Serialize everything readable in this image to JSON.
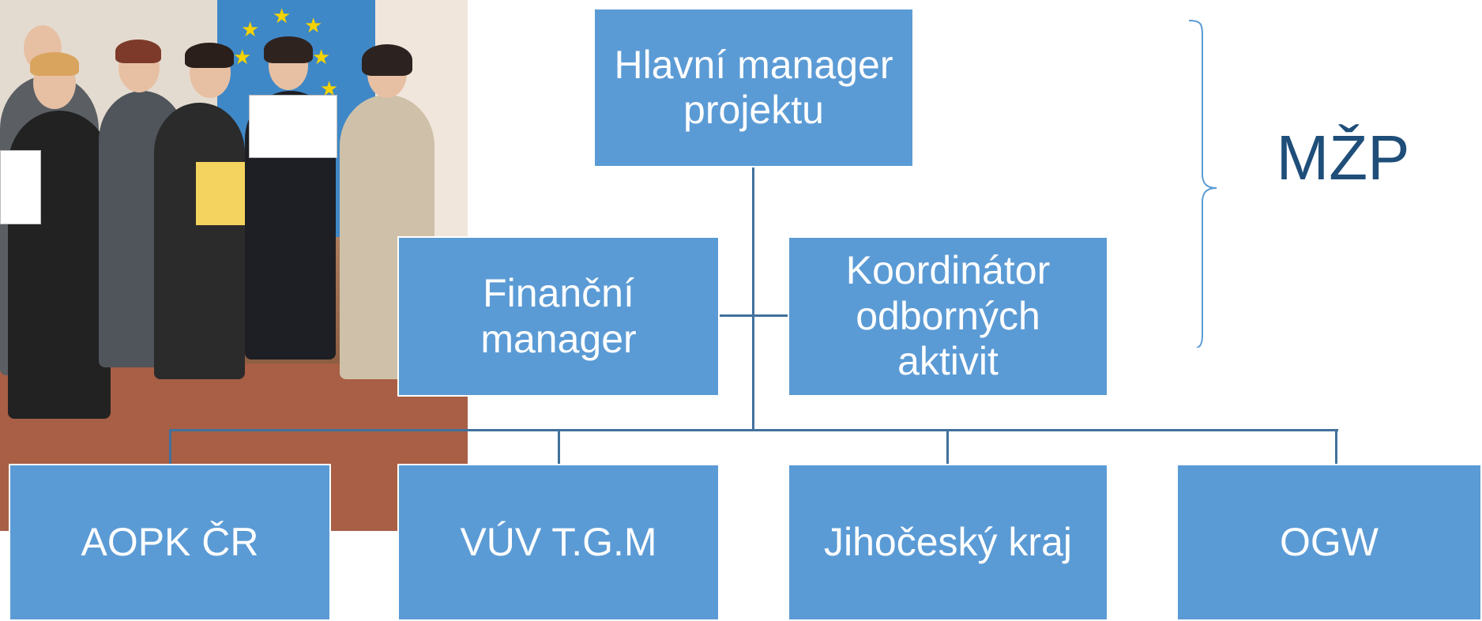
{
  "diagram": {
    "root": "Hlavní manager\nprojektu",
    "left_mid": "Finanční\nmanager",
    "right_mid": "Koordinátor\nodborných\naktivit",
    "bottom": [
      "AOPK ČR",
      "VÚV T.G.M",
      "Jihočeský kraj",
      "OGW"
    ],
    "brace_label": "MŽP"
  },
  "colors": {
    "box_fill": "#5b9bd5",
    "box_text": "#ffffff",
    "connector": "#41719c",
    "brace_label": "#1f4e79"
  }
}
